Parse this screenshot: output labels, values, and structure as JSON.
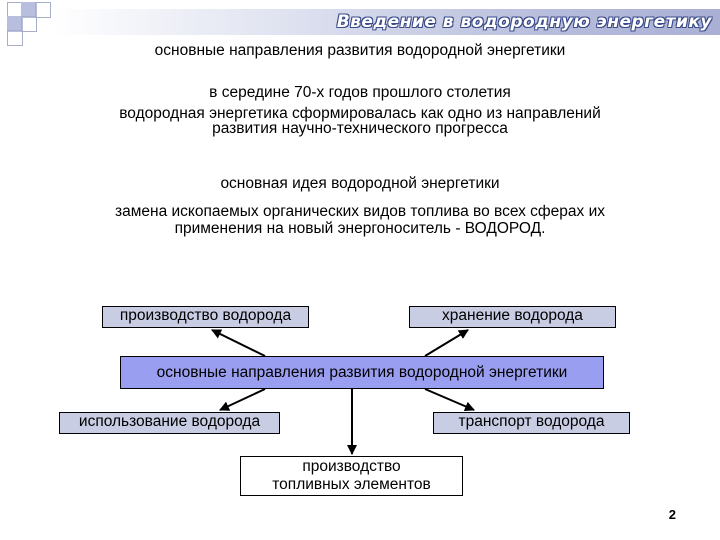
{
  "header": {
    "title": "Введение в водородную энергетику"
  },
  "subtitle": "основные направления развития водородной энергетики",
  "intro": {
    "lines": [
      "в середине 70-х годов прошлого столетия",
      "водородная энергетика сформировалась как одно из направлений",
      "развития научно-технического прогресса"
    ]
  },
  "idea": {
    "heading": "основная идея водородной энергетики",
    "lines": [
      "замена ископаемых органических видов топлива во всех сферах их",
      "применения на новый энергоноситель - ВОДОРОД."
    ]
  },
  "diagram": {
    "center": "основные направления развития водородной энергетики",
    "production": "производство водорода",
    "storage": "хранение водорода",
    "usage": "использование водорода",
    "transport": "транспорт водорода",
    "fuel_cells": [
      "производство",
      "топливных элементов"
    ]
  },
  "page_number": "2",
  "colors": {
    "center_box": "#9a9ef0",
    "side_box": "#c9cde4",
    "header_accent": "#a9b0d4"
  }
}
